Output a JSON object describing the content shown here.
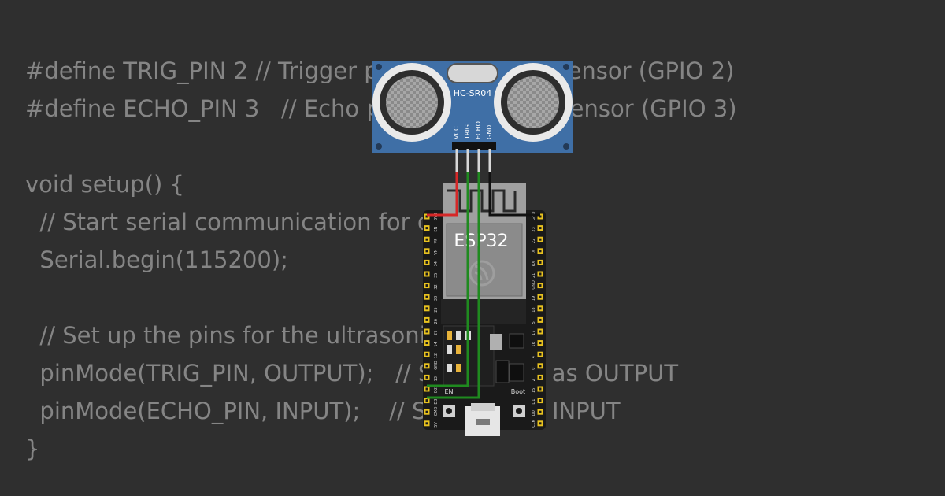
{
  "code": {
    "lines": [
      "#define TRIG_PIN 2 // Trigger pin of ultrasonic sensor (GPIO 2)",
      "#define ECHO_PIN 3   // Echo pin of ultrasonic sensor (GPIO 3)",
      "",
      "void setup() {",
      "  // Start serial communication for debugging",
      "  Serial.begin(115200);",
      "",
      "  // Set up the pins for the ultrasonic sensor",
      "  pinMode(TRIG_PIN, OUTPUT);   // Set trig pin as OUTPUT",
      "  pinMode(ECHO_PIN, INPUT);    // Set echo as INPUT",
      "}"
    ]
  },
  "sensor": {
    "label": "HC-SR04",
    "pins": [
      "VCC",
      "TRIG",
      "ECHO",
      "GND"
    ],
    "color": "#3f6fa6"
  },
  "board": {
    "label": "ESP32",
    "en_label": "EN",
    "boot_label": "Boot",
    "left_pins": [
      "3V3",
      "EN",
      "VP",
      "VN",
      "34",
      "35",
      "32",
      "33",
      "25",
      "26",
      "27",
      "14",
      "12",
      "GND",
      "13",
      "D2",
      "D3",
      "CMD",
      "5V"
    ],
    "right_pins": [
      "GND",
      "23",
      "22",
      "TX",
      "RX",
      "21",
      "GND",
      "19",
      "18",
      "5",
      "17",
      "16",
      "4",
      "0",
      "2",
      "15",
      "D1",
      "D0",
      "CLK"
    ]
  },
  "wires": {
    "vcc_color": "#d62828",
    "signal_color": "#1f8a1f",
    "gnd_color": "#111111",
    "lead_color": "#d8d8d8"
  }
}
